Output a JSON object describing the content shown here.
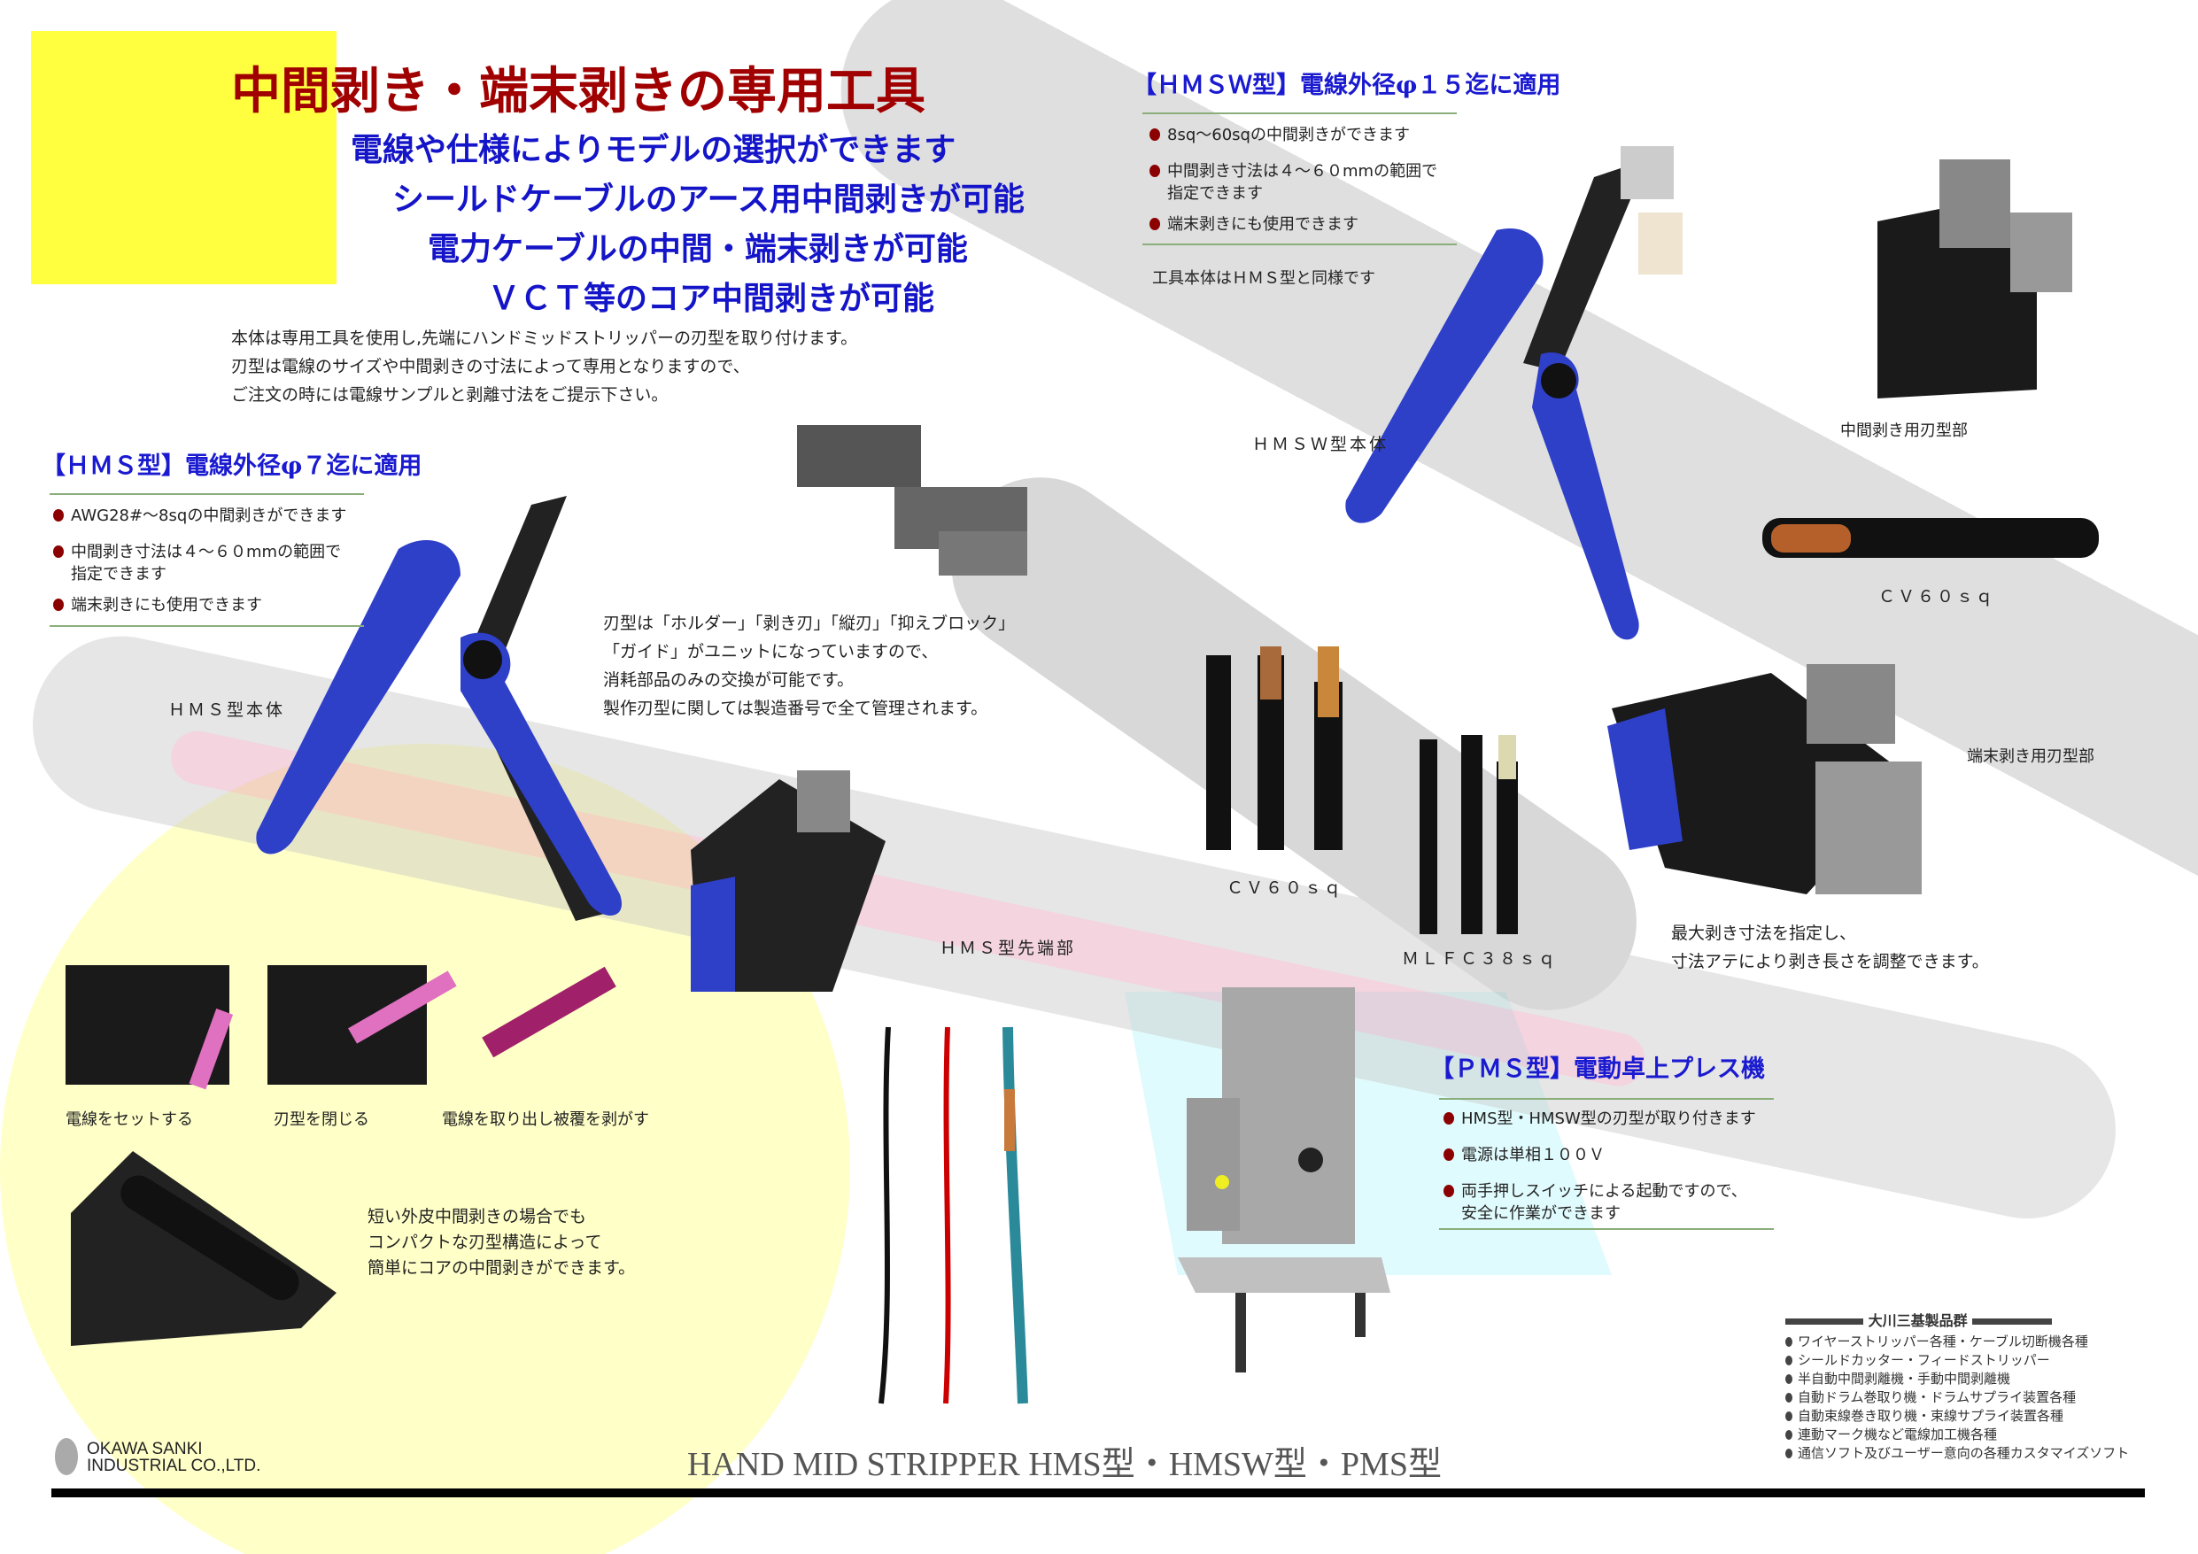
{
  "headline": "中間剥き・端末剥きの専用工具",
  "features": [
    "電線や仕様によりモデルの選択ができます",
    "シールドケーブルのアース用中間剥きが可能",
    "電力ケーブルの中間・端末剥きが可能",
    "ＶＣＴ等のコア中間剥きが可能"
  ],
  "intro": [
    "本体は専用工具を使用し,先端にハンドミッドストリッパーの刃型を取り付けます。",
    "刃型は電線のサイズや中間剥きの寸法によって専用となりますので、",
    "ご注文の時には電線サンプルと剥離寸法をご提示下さい。"
  ],
  "hms": {
    "header": "【ＨＭＳ型】電線外径φ７迄に適用",
    "bullets": [
      "AWG28#～8sqの中間剥きができます",
      "中間剥き寸法は４～６０mmの範囲で",
      "指定できます",
      "端末剥きにも使用できます"
    ],
    "body_label": "ＨＭＳ型本体",
    "tip_label": "ＨＭＳ型先端部"
  },
  "blade_text": [
    "刃型は「ホルダー」「剥き刃」「縦刃」「抑えブロック」",
    "「ガイド」がユニットになっていますので、",
    "消耗部品のみの交換が可能です。",
    "製作刃型に関しては製造番号で全て管理されます。"
  ],
  "hmsw": {
    "header": "【ＨＭＳＷ型】電線外径φ１５迄に適用",
    "bullets": [
      "8sq～60sqの中間剥きができます",
      "中間剥き寸法は４～６０mmの範囲で",
      "指定できます",
      "端末剥きにも使用できます"
    ],
    "note": "工具本体はＨＭＳ型と同様です",
    "body_label": "ＨＭＳＷ型本体",
    "mid_blade_label": "中間剥き用刃型部",
    "cv_label": "ＣＶ６０ｓｑ",
    "end_blade_label": "端末剥き用刃型部",
    "end_note": [
      "最大剥き寸法を指定し、",
      "寸法アテにより剥き長さを調整できます。"
    ]
  },
  "cable_labels": {
    "cv60": "ＣＶ６０ｓｑ",
    "mlfc": "ＭＬＦＣ３８ｓｑ"
  },
  "steps": [
    "電線をセットする",
    "刃型を閉じる",
    "電線を取り出し被覆を剥がす"
  ],
  "short_note": [
    "短い外皮中間剥きの場合でも",
    "コンパクトな刃型構造によって",
    "簡単にコアの中間剥きができます。"
  ],
  "pms": {
    "header": "【ＰＭＳ型】電動卓上プレス機",
    "bullets": [
      "HMS型・HMSW型の刃型が取り付きます",
      "電源は単相１００Ｖ",
      "両手押しスイッチによる起動ですので、",
      "安全に作業ができます"
    ]
  },
  "products": {
    "title": "大川三基製品群",
    "items": [
      "ワイヤーストリッパー各種・ケーブル切断機各種",
      "シールドカッター・フィードストリッパー",
      "半自動中間剥離機・手動中間剥離機",
      "自動ドラム巻取り機・ドラムサプライ装置各種",
      "自動束線巻き取り機・束線サプライ装置各種",
      "連動マーク機など電線加工機各種",
      "通信ソフト及びユーザー意向の各種カスタマイズソフト"
    ]
  },
  "company": [
    "OKAWA SANKI",
    "INDUSTRIAL CO.,LTD."
  ],
  "footer_title": "HAND MID STRIPPER HMS型・HMSW型・PMS型",
  "colors": {
    "title_red": "#a00000",
    "blue": "#1414c8",
    "yellow": "#ffff40",
    "handle_blue": "#2e3fc8"
  }
}
